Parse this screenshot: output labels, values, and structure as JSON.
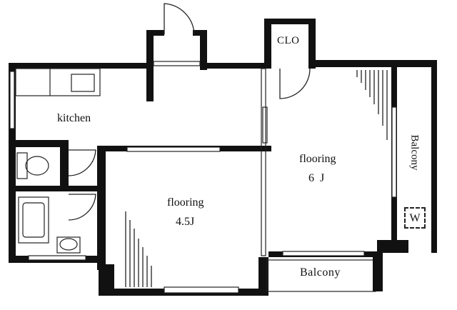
{
  "rooms": {
    "kitchen": "kitchen",
    "closet": "CLO",
    "bedroom_large_type": "flooring",
    "bedroom_large_size": "6 J",
    "bedroom_small_type": "flooring",
    "bedroom_small_size": "4.5J",
    "balcony_bottom": "Balcony",
    "balcony_right": "Balcony",
    "washer": "W"
  },
  "colors": {
    "wall": "#111111",
    "background": "#ffffff"
  }
}
